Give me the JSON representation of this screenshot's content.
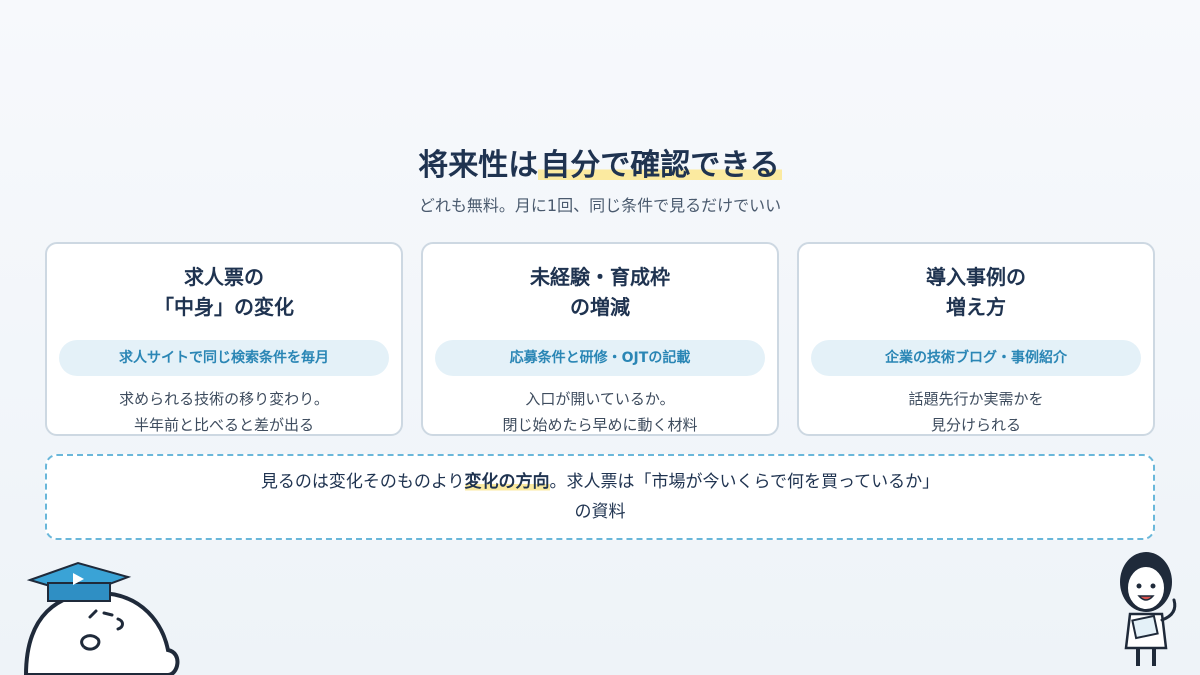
{
  "header": {
    "title_prefix": "将来性は",
    "title_highlight": "自分で確認できる",
    "subtitle": "どれも無料。月に1回、同じ条件で見るだけでいい"
  },
  "cards": [
    {
      "title": "求人票の\n「中身」の変化",
      "pill": "求人サイトで同じ検索条件を毎月",
      "description": "求められる技術の移り変わり。\n半年前と比べると差が出る"
    },
    {
      "title": "未経験・育成枠\nの増減",
      "pill": "応募条件と研修・OJTの記載",
      "description": "入口が開いているか。\n閉じ始めたら早めに動く材料"
    },
    {
      "title": "導入事例の\n増え方",
      "pill": "企業の技術ブログ・事例紹介",
      "description": "話題先行か実需かを\n見分けられる"
    }
  ],
  "note": {
    "text_before": "見るのは変化そのものより",
    "text_bold": "変化の方向",
    "text_after": "。求人票は「市場が今いくらで何を買っているか」",
    "text_line2": "の資料"
  },
  "colors": {
    "navy": "#1f3350",
    "accent_blue": "#2a86b5",
    "highlight_yellow": "#fbeaa0",
    "dashed_border": "#6ab7da"
  },
  "icons": {
    "left_mascot": "graduation-cap-mascot",
    "right_mascot": "presenter-person-illustration"
  }
}
